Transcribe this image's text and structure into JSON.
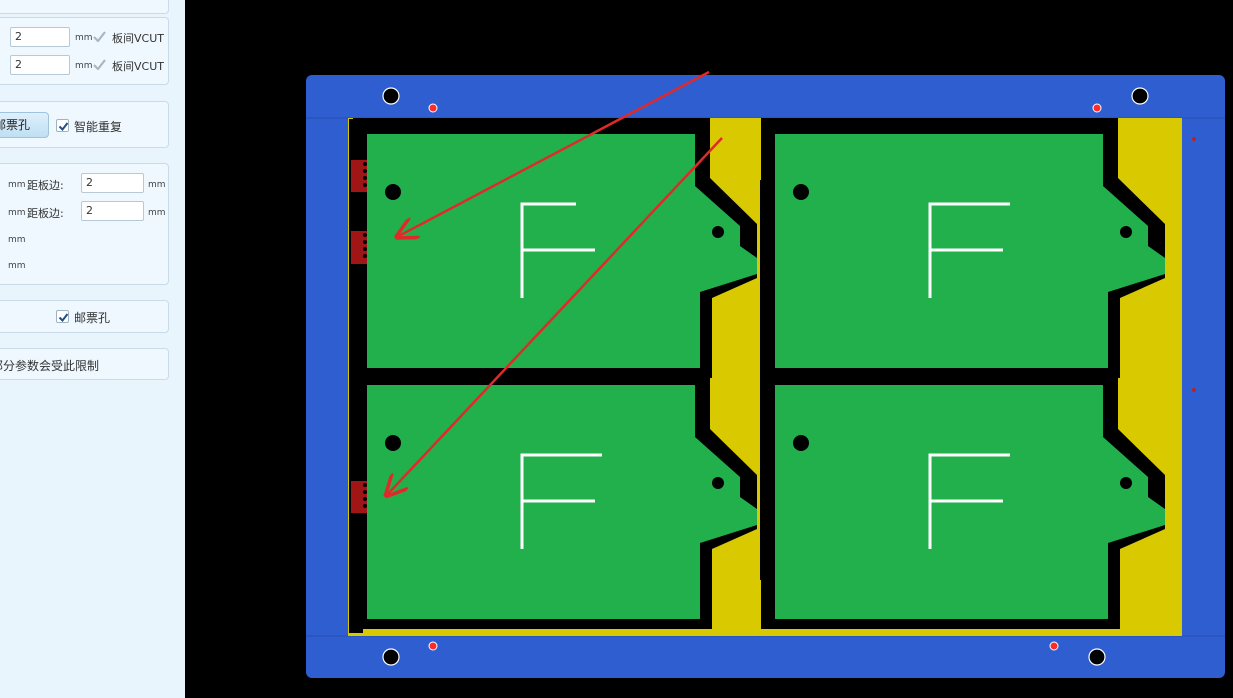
{
  "sidebar": {
    "vcut_row1": {
      "value": "2",
      "unit": "mm",
      "label": "板间VCUT"
    },
    "vcut_row2": {
      "value": "2",
      "unit": "mm",
      "label": "板间VCUT"
    },
    "stamp_hole_button": "邮票孔",
    "smart_repeat_label": "智能重复",
    "edge_rows": [
      {
        "unit": "mm",
        "label": "距板边:",
        "value": "2",
        "unit2": "mm"
      },
      {
        "unit": "mm",
        "label": "距板边:",
        "value": "2",
        "unit2": "mm"
      },
      {
        "unit": "mm"
      },
      {
        "unit": "mm"
      }
    ],
    "stamp_hole_checkbox_label": "邮票孔",
    "note_text": "部分参数会受此限制"
  },
  "board": {
    "panel_color": "#2f5ed0",
    "inner_color": "#d8c900",
    "pcb_color": "#22b04d",
    "outline_color": "#000000",
    "stamp_hole_color": "#a01616",
    "arrow_color": "#e02a2a",
    "marker_color": "#ff2a2a",
    "silkscreen_letter": "F",
    "silkscreen_color": "#ffffff"
  }
}
